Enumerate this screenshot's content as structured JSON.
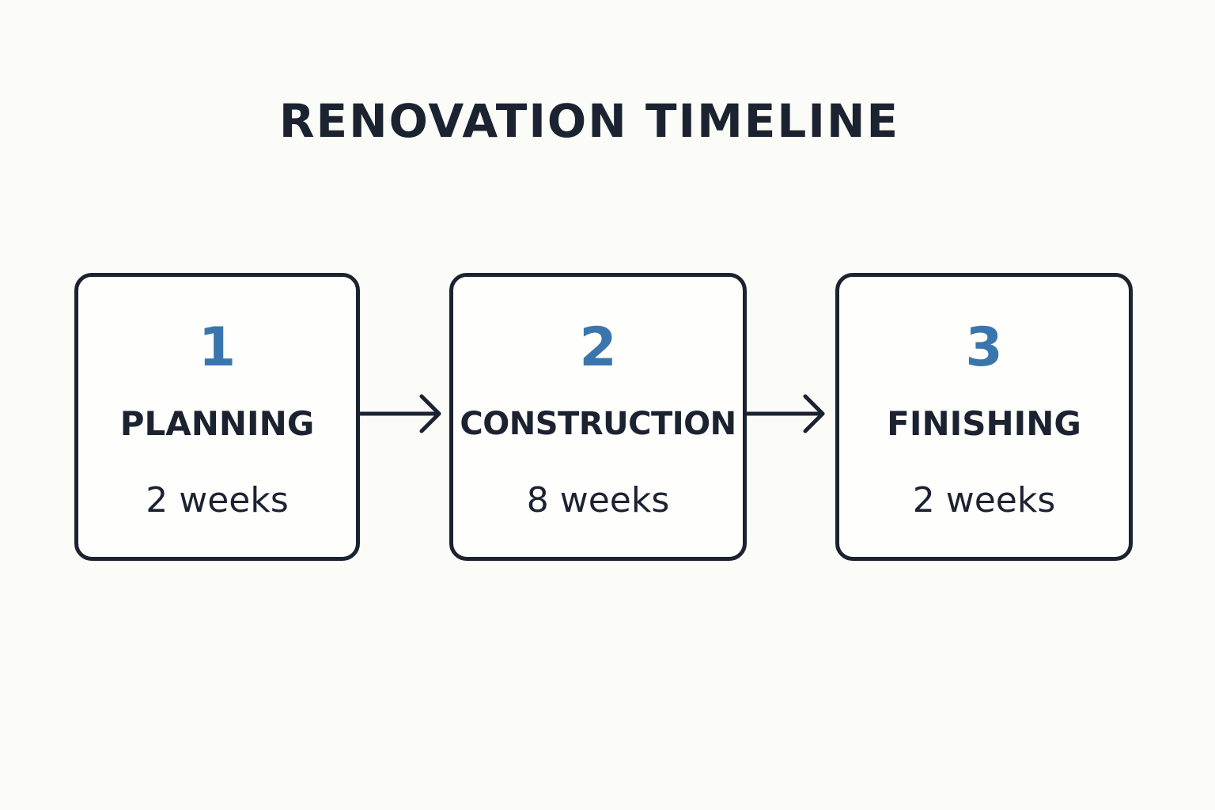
{
  "title": "RENOVATION TIMELINE",
  "steps": [
    {
      "number": "1",
      "name": "PLANNING",
      "duration": "2 weeks"
    },
    {
      "number": "2",
      "name": "CONSTRUCTION",
      "duration": "8 weeks"
    },
    {
      "number": "3",
      "name": "FINISHING",
      "duration": "2 weeks"
    }
  ],
  "colors": {
    "background": "#fbfbf7",
    "ink": "#1b2230",
    "accent": "#3a76ad"
  }
}
